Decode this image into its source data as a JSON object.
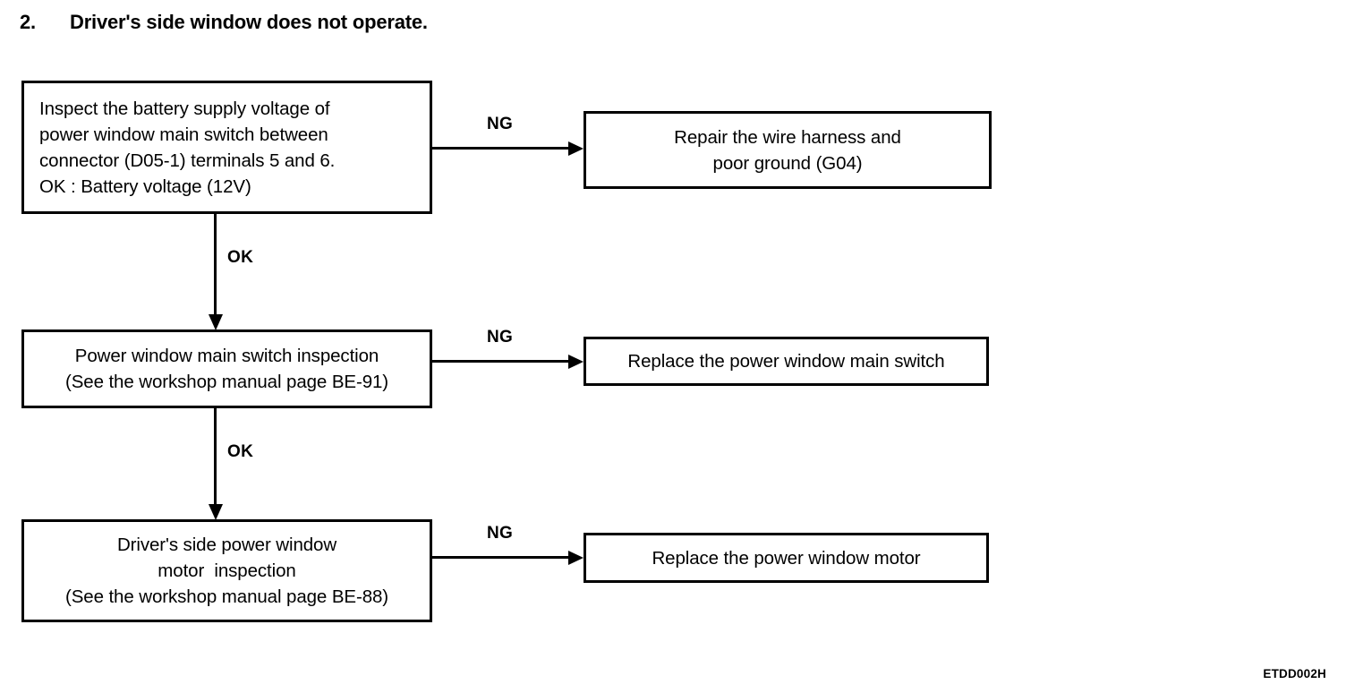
{
  "heading": {
    "number": "2.",
    "text": "Driver's side window does not operate."
  },
  "flow": {
    "steps": [
      {
        "id": "inspect-battery",
        "align": "left",
        "lines": [
          "Inspect the battery supply voltage of",
          "power window main switch between",
          "connector (D05-1) terminals 5 and 6.",
          "OK : Battery voltage (12V)"
        ],
        "fail_label": "NG",
        "pass_label": "OK",
        "fail_target": "repair-harness"
      },
      {
        "id": "main-switch-inspection",
        "align": "center",
        "lines": [
          "Power window main switch inspection",
          "(See the workshop manual page BE-91)"
        ],
        "fail_label": "NG",
        "pass_label": "OK",
        "fail_target": "replace-main-switch"
      },
      {
        "id": "motor-inspection",
        "align": "center",
        "lines": [
          "Driver's side power window",
          "motor  inspection",
          "(See the workshop manual page BE-88)"
        ],
        "fail_label": "NG",
        "pass_label": "",
        "fail_target": "replace-motor"
      }
    ],
    "outcomes": [
      {
        "id": "repair-harness",
        "lines": [
          "Repair the wire harness and",
          "poor ground (G04)"
        ]
      },
      {
        "id": "replace-main-switch",
        "lines": [
          "Replace the power window main switch"
        ]
      },
      {
        "id": "replace-motor",
        "lines": [
          "Replace the power window motor"
        ]
      }
    ]
  },
  "figure_code": "ETDD002H",
  "colors": {
    "ink": "#000000",
    "paper": "#ffffff"
  }
}
